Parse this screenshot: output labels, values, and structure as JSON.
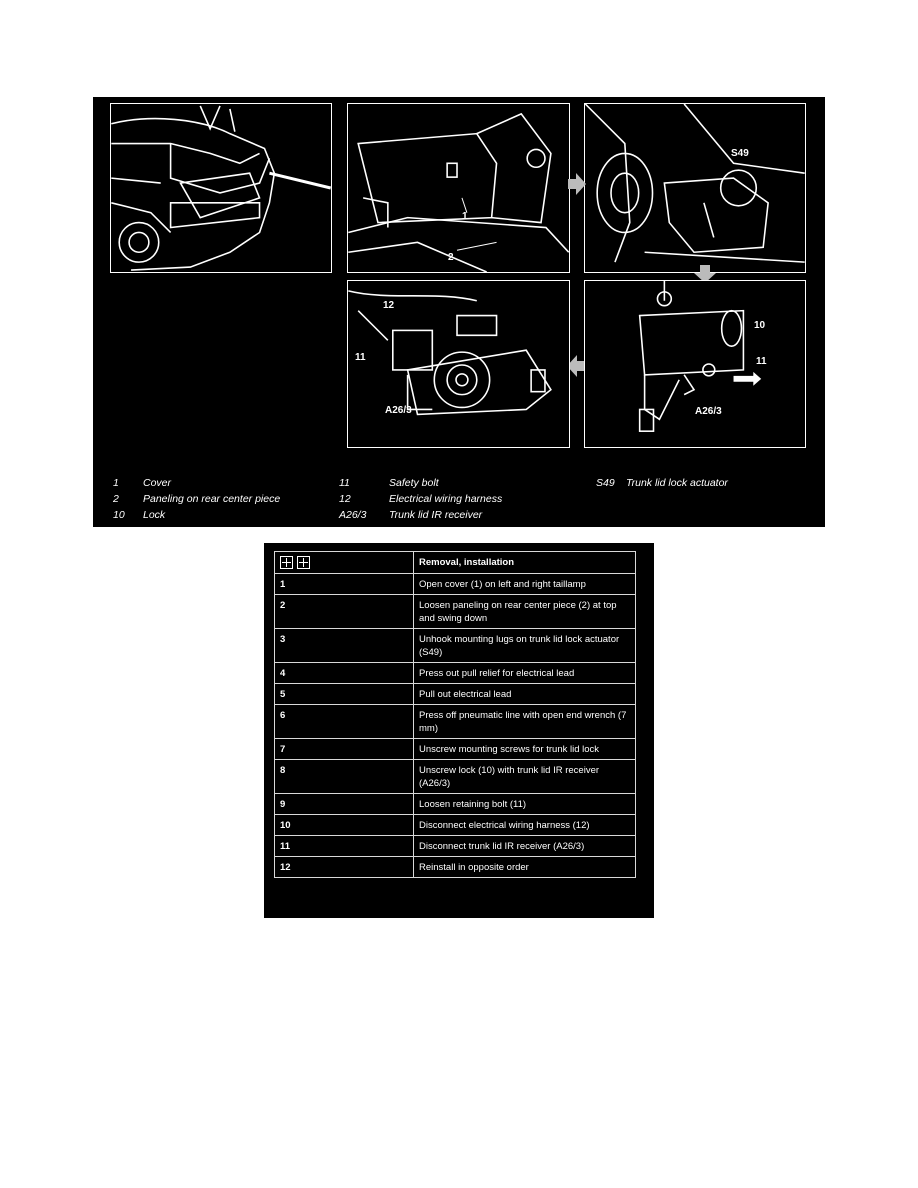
{
  "figure": {
    "callouts": {
      "cover_num": "1",
      "paneling_num": "2",
      "actuator_code": "S49",
      "lock_num": "10",
      "bolt_num_p5": "11",
      "receiver_code_p5": "A26/3",
      "harness_num": "12",
      "bolt_num_p4": "11",
      "receiver_code_p4": "A26/3"
    },
    "legend": {
      "col1": [
        {
          "num": "1",
          "text": "Cover"
        },
        {
          "num": "2",
          "text": "Paneling on rear center piece"
        },
        {
          "num": "10",
          "text": "Lock"
        }
      ],
      "col2": [
        {
          "num": "11",
          "text": "Safety bolt"
        },
        {
          "num": "12",
          "text": "Electrical wiring harness"
        },
        {
          "num": "A26/3",
          "text": "Trunk lid IR receiver"
        }
      ],
      "col3": [
        {
          "num": "S49",
          "text": "Trunk lid lock actuator"
        }
      ]
    }
  },
  "procedure": {
    "header": "Removal, installation",
    "steps": [
      {
        "num": "1",
        "text": "Open cover (1) on left and right taillamp"
      },
      {
        "num": "2",
        "text": "Loosen paneling on rear center piece (2) at top and swing down"
      },
      {
        "num": "3",
        "text": "Unhook mounting lugs on trunk lid lock actuator (S49)"
      },
      {
        "num": "4",
        "text": "Press out pull relief for electrical lead"
      },
      {
        "num": "5",
        "text": "Pull out electrical lead"
      },
      {
        "num": "6",
        "text": "Press off pneumatic line with open end wrench (7 mm)"
      },
      {
        "num": "7",
        "text": "Unscrew mounting screws for trunk lid lock"
      },
      {
        "num": "8",
        "text": "Unscrew lock (10) with trunk lid IR receiver (A26/3)"
      },
      {
        "num": "9",
        "text": "Loosen retaining bolt (11)"
      },
      {
        "num": "10",
        "text": "Disconnect electrical wiring harness (12)"
      },
      {
        "num": "11",
        "text": "Disconnect trunk lid IR receiver (A26/3)"
      },
      {
        "num": "12",
        "text": "Reinstall in opposite order"
      }
    ]
  }
}
